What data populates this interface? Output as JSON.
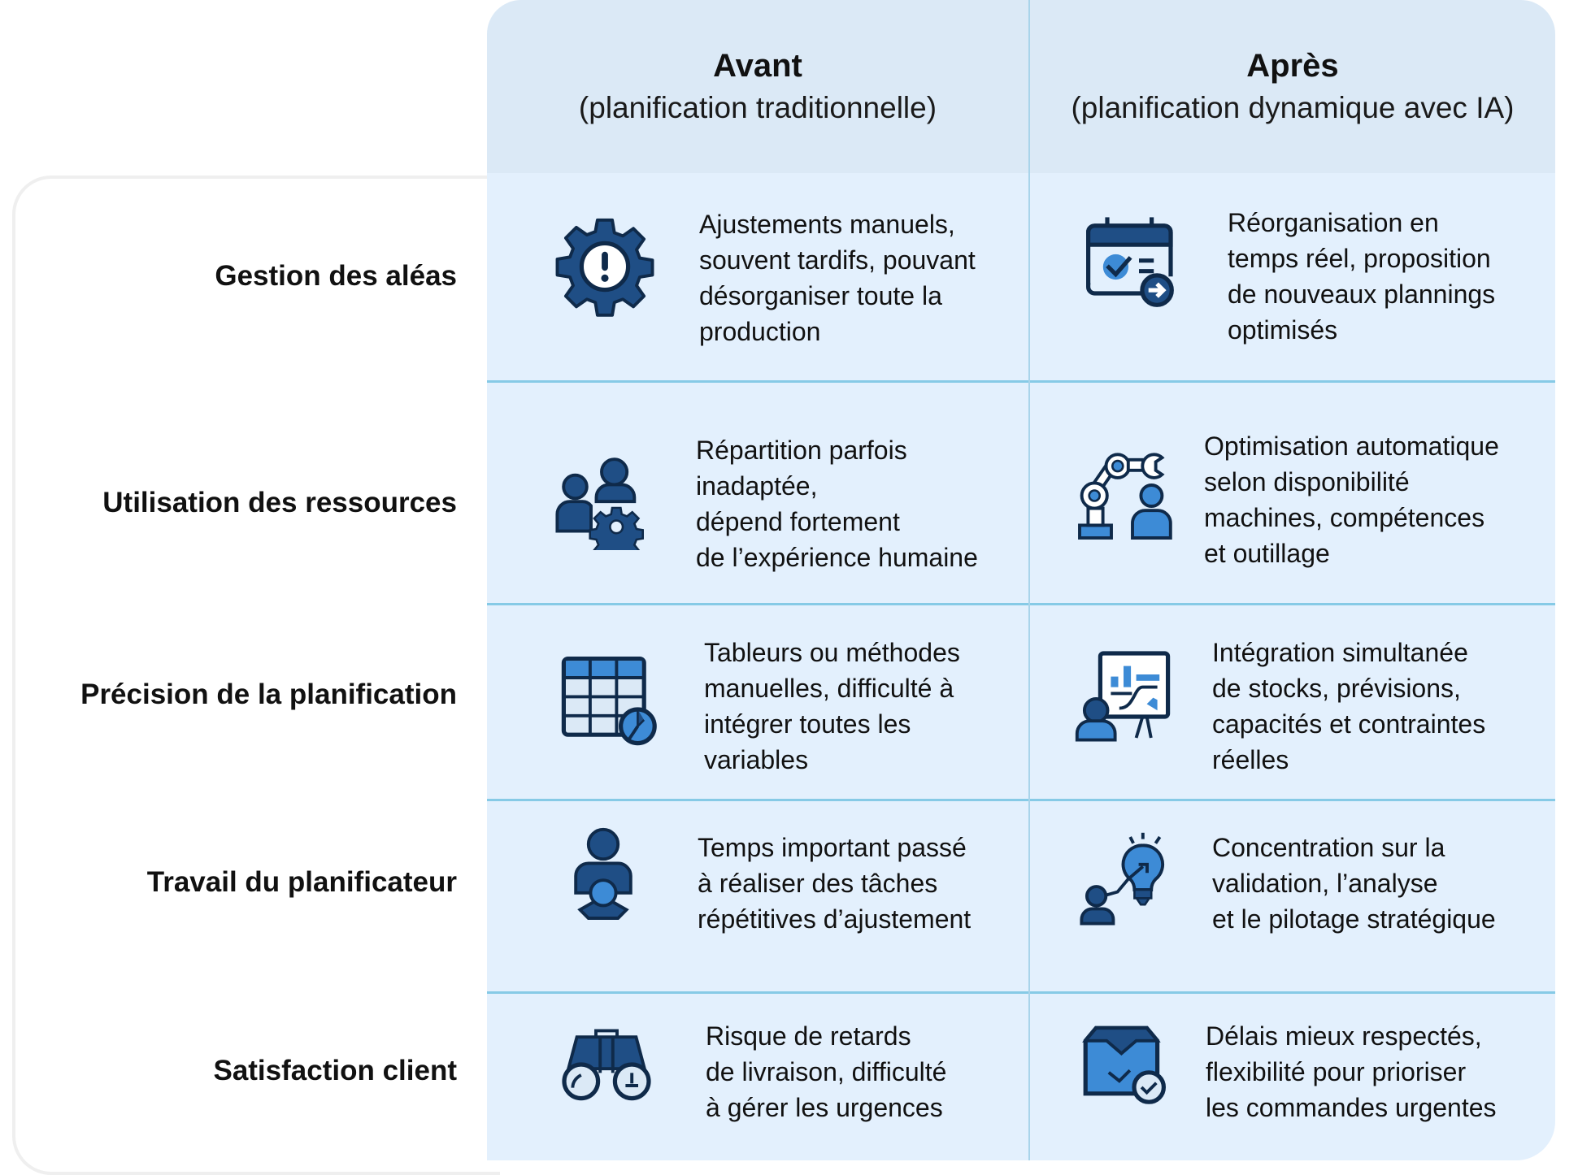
{
  "columns": [
    {
      "title": "Avant",
      "subtitle": "(planification traditionnelle)"
    },
    {
      "title": "Après",
      "subtitle": "(planification dynamique avec IA)"
    }
  ],
  "rows": [
    {
      "label": "Gestion des aléas",
      "before": {
        "icon": "gear-alert-icon",
        "lines": [
          "Ajustements manuels,",
          "souvent tardifs, pouvant",
          "désorganiser toute la",
          "production"
        ]
      },
      "after": {
        "icon": "calendar-check-arrow-icon",
        "lines": [
          "Réorganisation en",
          "temps réel, proposition",
          "de  nouveaux plannings",
          "optimisés"
        ]
      }
    },
    {
      "label": "Utilisation des ressources",
      "before": {
        "icon": "users-gear-icon",
        "lines": [
          "Répartition parfois",
          "inadaptée,",
          "dépend fortement",
          "de l’expérience humaine"
        ]
      },
      "after": {
        "icon": "robot-arm-person-icon",
        "lines": [
          "Optimisation automatique",
          "selon disponibilité",
          "machines, compétences",
          "et outillage"
        ]
      }
    },
    {
      "label": "Précision de la planification",
      "before": {
        "icon": "spreadsheet-clock-icon",
        "lines": [
          "Tableurs ou méthodes",
          "manuelles, difficulté à",
          "intégrer toutes les",
          "variables"
        ]
      },
      "after": {
        "icon": "presentation-board-icon",
        "lines": [
          "Intégration simultanée",
          "de stocks, prévisions,",
          "capacités et contraintes",
          "réelles"
        ]
      }
    },
    {
      "label": "Travail du planificateur",
      "before": {
        "icon": "person-computer-icon",
        "lines": [
          "Temps important passé",
          "à réaliser des tâches",
          "répétitives d’ajustement"
        ]
      },
      "after": {
        "icon": "person-lightbulb-icon",
        "lines": [
          "Concentration sur la",
          "validation, l’analyse",
          "et le pilotage stratégique"
        ]
      }
    },
    {
      "label": "Satisfaction client",
      "before": {
        "icon": "binoculars-icon",
        "lines": [
          "Risque de retards",
          "de livraison, difficulté",
          "à gérer les urgences"
        ]
      },
      "after": {
        "icon": "box-check-icon",
        "lines": [
          "Délais mieux respectés,",
          "flexibilité pour prioriser",
          "les commandes urgentes"
        ]
      }
    }
  ],
  "colors": {
    "header_bg": "#dbe9f6",
    "cell_bg": "#e3f0fd",
    "divider": "#86cae6",
    "icon_dark": "#1f4e85",
    "icon_light": "#3d8bd6",
    "icon_outline": "#0f2a4a"
  }
}
